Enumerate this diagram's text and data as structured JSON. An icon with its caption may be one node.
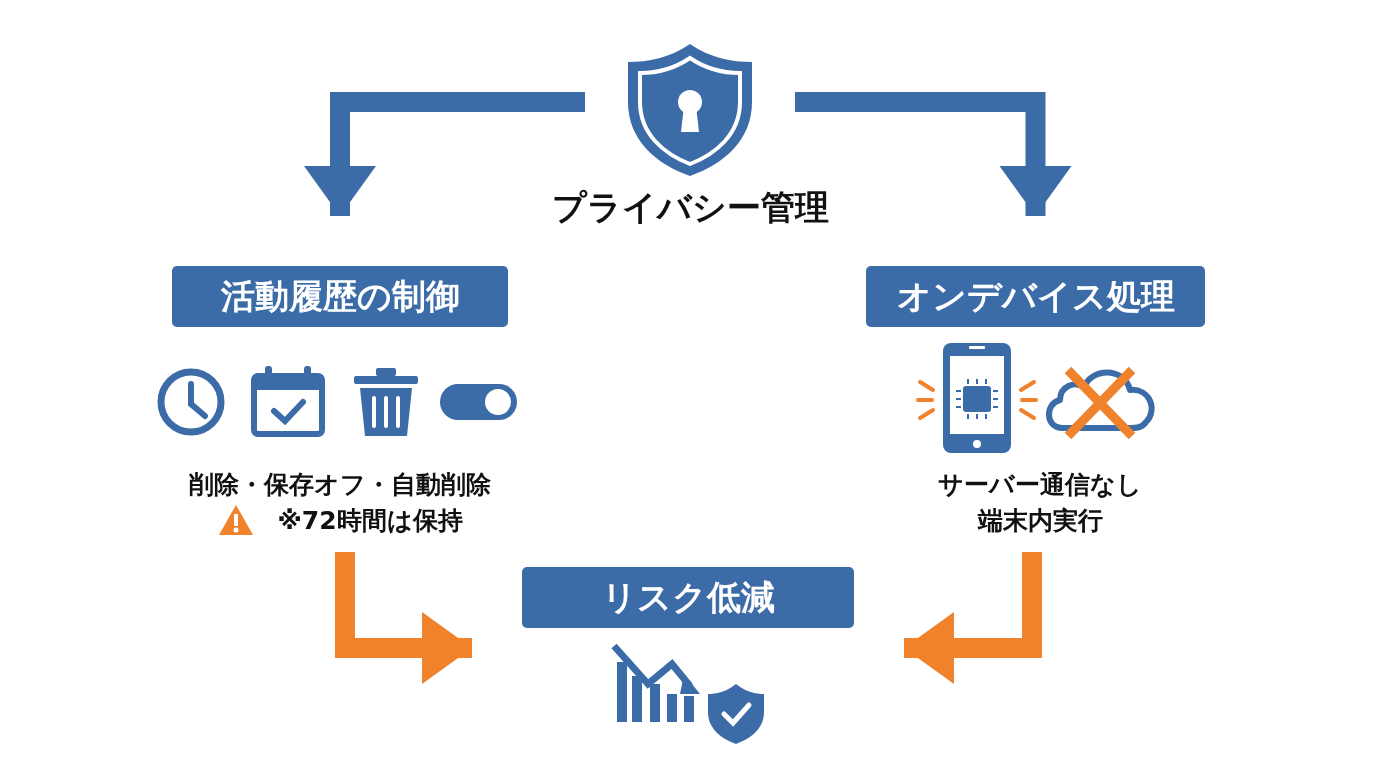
{
  "diagram": {
    "nodes": [
      {
        "text": [
          "プライバシー管理"
        ]
      },
      {
        "text": [
          "活動履歴の制御"
        ]
      },
      {
        "text": [
          "オンデバイス処理"
        ]
      },
      {
        "text": [
          "リスク低減"
        ]
      },
      {
        "text": [
          "削除・保存オフ・自動削除",
          "※72時間は保持"
        ]
      },
      {
        "text": [
          "サーバー通信なし",
          "端末内実行"
        ]
      }
    ],
    "edges": [
      {
        "from": 0,
        "to": 1,
        "arrow": "to",
        "color": "#3b6ca8"
      },
      {
        "from": 0,
        "to": 2,
        "arrow": "to",
        "color": "#3b6ca8"
      },
      {
        "from": 4,
        "to": 3,
        "arrow": "to",
        "color": "#f0822c"
      },
      {
        "from": 5,
        "to": 3,
        "arrow": "to",
        "color": "#f0822c"
      }
    ]
  }
}
